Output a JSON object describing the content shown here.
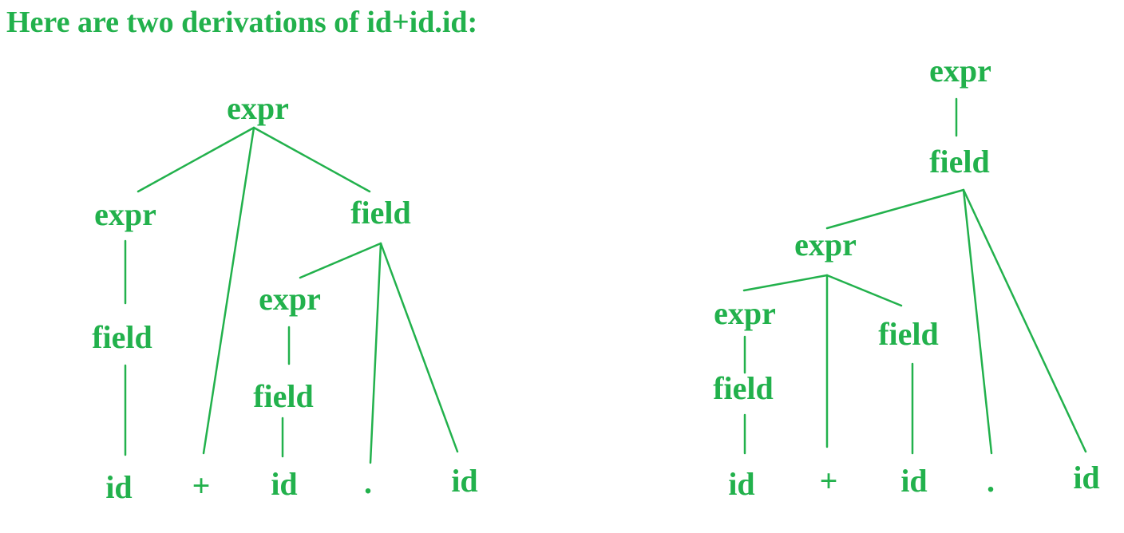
{
  "heading": "Here are two derivations of id+id.id:",
  "color": "#22b14c",
  "tree_left": {
    "nodes": {
      "root": "expr",
      "l_expr": "expr",
      "l_field": "field",
      "l_id": "id",
      "plus": "+",
      "r_field": "field",
      "r_expr": "expr",
      "r_field2": "field",
      "r_id": "id",
      "dot": ".",
      "r_id2": "id"
    }
  },
  "tree_right": {
    "nodes": {
      "root": "expr",
      "field": "field",
      "expr": "expr",
      "ll_expr": "expr",
      "ll_field": "field",
      "ll_id": "id",
      "plus": "+",
      "lr_field": "field",
      "lr_id": "id",
      "dot": ".",
      "r_id": "id"
    }
  }
}
